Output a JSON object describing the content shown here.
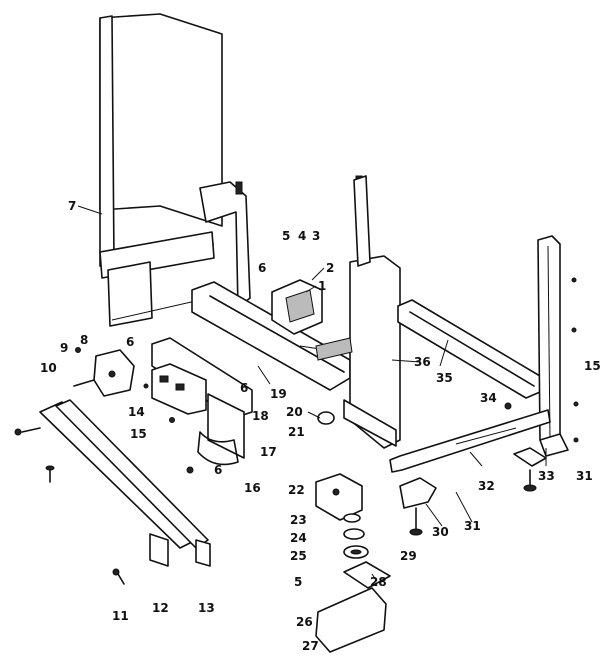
{
  "callouts": {
    "c1": "1",
    "c2": "2",
    "c3": "3",
    "c4": "4",
    "c5a": "5",
    "c5b": "5",
    "c6a": "6",
    "c6b": "6",
    "c6c": "6",
    "c6d": "6",
    "c7": "7",
    "c8": "8",
    "c9": "9",
    "c10": "10",
    "c11": "11",
    "c12": "12",
    "c13": "13",
    "c14": "14",
    "c15a": "15",
    "c15b": "15",
    "c16": "16",
    "c17": "17",
    "c18": "18",
    "c19": "19",
    "c20": "20",
    "c21": "21",
    "c22": "22",
    "c23": "23",
    "c24": "24",
    "c25": "25",
    "c26": "26",
    "c27": "27",
    "c28": "28",
    "c29": "29",
    "c30": "30",
    "c31a": "31",
    "c31b": "31",
    "c32": "32",
    "c33": "33",
    "c34": "34",
    "c35": "35",
    "c36": "36"
  }
}
